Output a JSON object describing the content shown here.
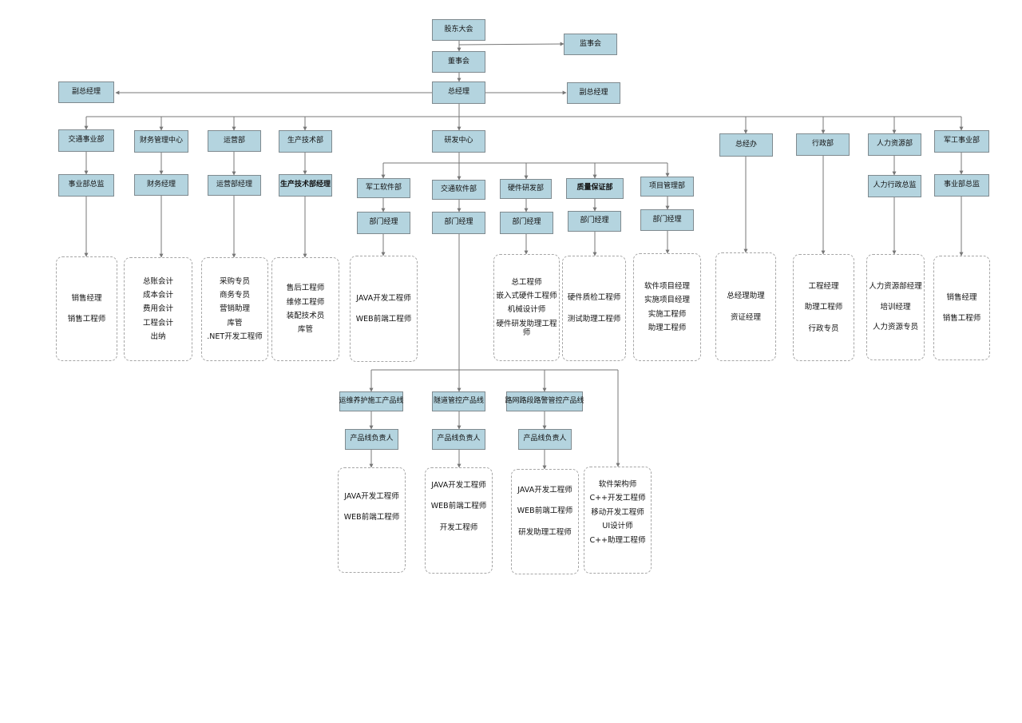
{
  "colors": {
    "node_fill": "#b4d4df",
    "node_border": "#7f8a8f",
    "line": "#777777",
    "group_border": "#a6a6a6"
  },
  "nodes": {
    "shareholders": "股东大会",
    "supervisory": "监事会",
    "board": "董事会",
    "gm": "总经理",
    "vp_left": "副总经理",
    "vp_right": "副总经理",
    "traffic_div": "交通事业部",
    "finance_center": "财务管理中心",
    "operations": "运营部",
    "production_tech": "生产技术部",
    "rd_center": "研发中心",
    "gm_office": "总经办",
    "admin": "行政部",
    "hr": "人力资源部",
    "military_div": "军工事业部",
    "traffic_director": "事业部总监",
    "finance_manager": "财务经理",
    "ops_manager": "运营部经理",
    "prod_manager": "生产技术部经理",
    "hr_director": "人力行政总监",
    "military_director": "事业部总监",
    "mil_software": "军工软件部",
    "traffic_software": "交通软件部",
    "hardware_rd": "硬件研发部",
    "qa": "质量保证部",
    "pm_dept": "项目管理部",
    "mil_sw_mgr": "部门经理",
    "traffic_sw_mgr": "部门经理",
    "hardware_mgr": "部门经理",
    "qa_mgr": "部门经理",
    "pm_mgr": "部门经理",
    "pl_maintenance": "运维养护施工产品线",
    "pl_tunnel": "隧道管控产品线",
    "pl_road": "路网路段路警管控产品线",
    "pl_maintenance_lead": "产品线负责人",
    "pl_tunnel_lead": "产品线负责人",
    "pl_road_lead": "产品线负责人"
  },
  "groups": {
    "traffic_staff": [
      "销售经理",
      "销售工程师"
    ],
    "finance_staff": [
      "总账会计",
      "成本会计",
      "费用会计",
      "工程会计",
      "出纳"
    ],
    "ops_staff": [
      "采购专员",
      "商务专员",
      "营销助理",
      "库管",
      ".NET开发工程师"
    ],
    "prod_staff": [
      "售后工程师",
      "维修工程师",
      "装配技术员",
      "库管"
    ],
    "mil_sw_staff": [
      "JAVA开发工程师",
      "WEB前端工程师"
    ],
    "hardware_staff": [
      "总工程师",
      "嵌入式硬件工程师",
      "机械设计师",
      "硬件研发助理工程师"
    ],
    "qa_staff": [
      "硬件质检工程师",
      "测试助理工程师"
    ],
    "pm_staff": [
      "软件项目经理",
      "实施项目经理",
      "实施工程师",
      "助理工程师"
    ],
    "gm_office_staff": [
      "总经理助理",
      "资证经理"
    ],
    "admin_staff": [
      "工程经理",
      "助理工程师",
      "行政专员"
    ],
    "hr_staff": [
      "人力资源部经理",
      "培训经理",
      "人力资源专员"
    ],
    "military_staff": [
      "销售经理",
      "销售工程师"
    ],
    "maintenance_staff": [
      "JAVA开发工程师",
      "WEB前端工程师"
    ],
    "tunnel_staff": [
      "JAVA开发工程师",
      "WEB前端工程师",
      "开发工程师"
    ],
    "road_staff": [
      "JAVA开发工程师",
      "WEB前端工程师",
      "研发助理工程师"
    ],
    "arch_staff": [
      "软件架构师",
      "C++开发工程师",
      "移动开发工程师",
      "UI设计师",
      "C++助理工程师"
    ]
  }
}
